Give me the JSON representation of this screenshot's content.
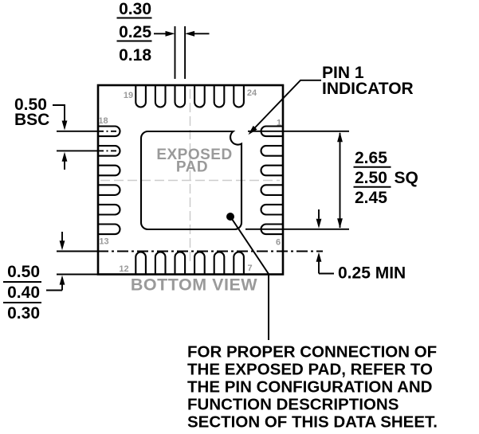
{
  "figure": {
    "pin_labels": {
      "p19": "19",
      "p24": "24",
      "p18": "18",
      "p1": "1",
      "p13": "13",
      "p6": "6",
      "p12": "12",
      "p7": "7"
    },
    "exposed_pad": {
      "line1": "EXPOSED",
      "line2": "PAD"
    },
    "view_label": "BOTTOM VIEW",
    "pin1_indicator": {
      "line1": "PIN 1",
      "line2": "INDICATOR"
    },
    "dim_lead_width": {
      "max": "0.30",
      "nom": "0.25",
      "min": "0.18"
    },
    "dim_pitch": {
      "value": "0.50",
      "qualifier": "BSC"
    },
    "dim_exposed_pad": {
      "max": "2.65",
      "nom": "2.50",
      "suffix": "SQ",
      "min": "2.45"
    },
    "dim_clearance": "0.25 MIN",
    "dim_lead_length": {
      "max": "0.50",
      "nom": "0.40",
      "min": "0.30"
    },
    "note_lines": [
      "FOR PROPER CONNECTION OF",
      "THE EXPOSED PAD, REFER TO",
      "THE PIN CONFIGURATION AND",
      "FUNCTION DESCRIPTIONS",
      "SECTION OF THIS DATA SHEET."
    ],
    "colors": {
      "line": "#000000",
      "muted": "#999999",
      "centerline": "#cccccc"
    }
  }
}
